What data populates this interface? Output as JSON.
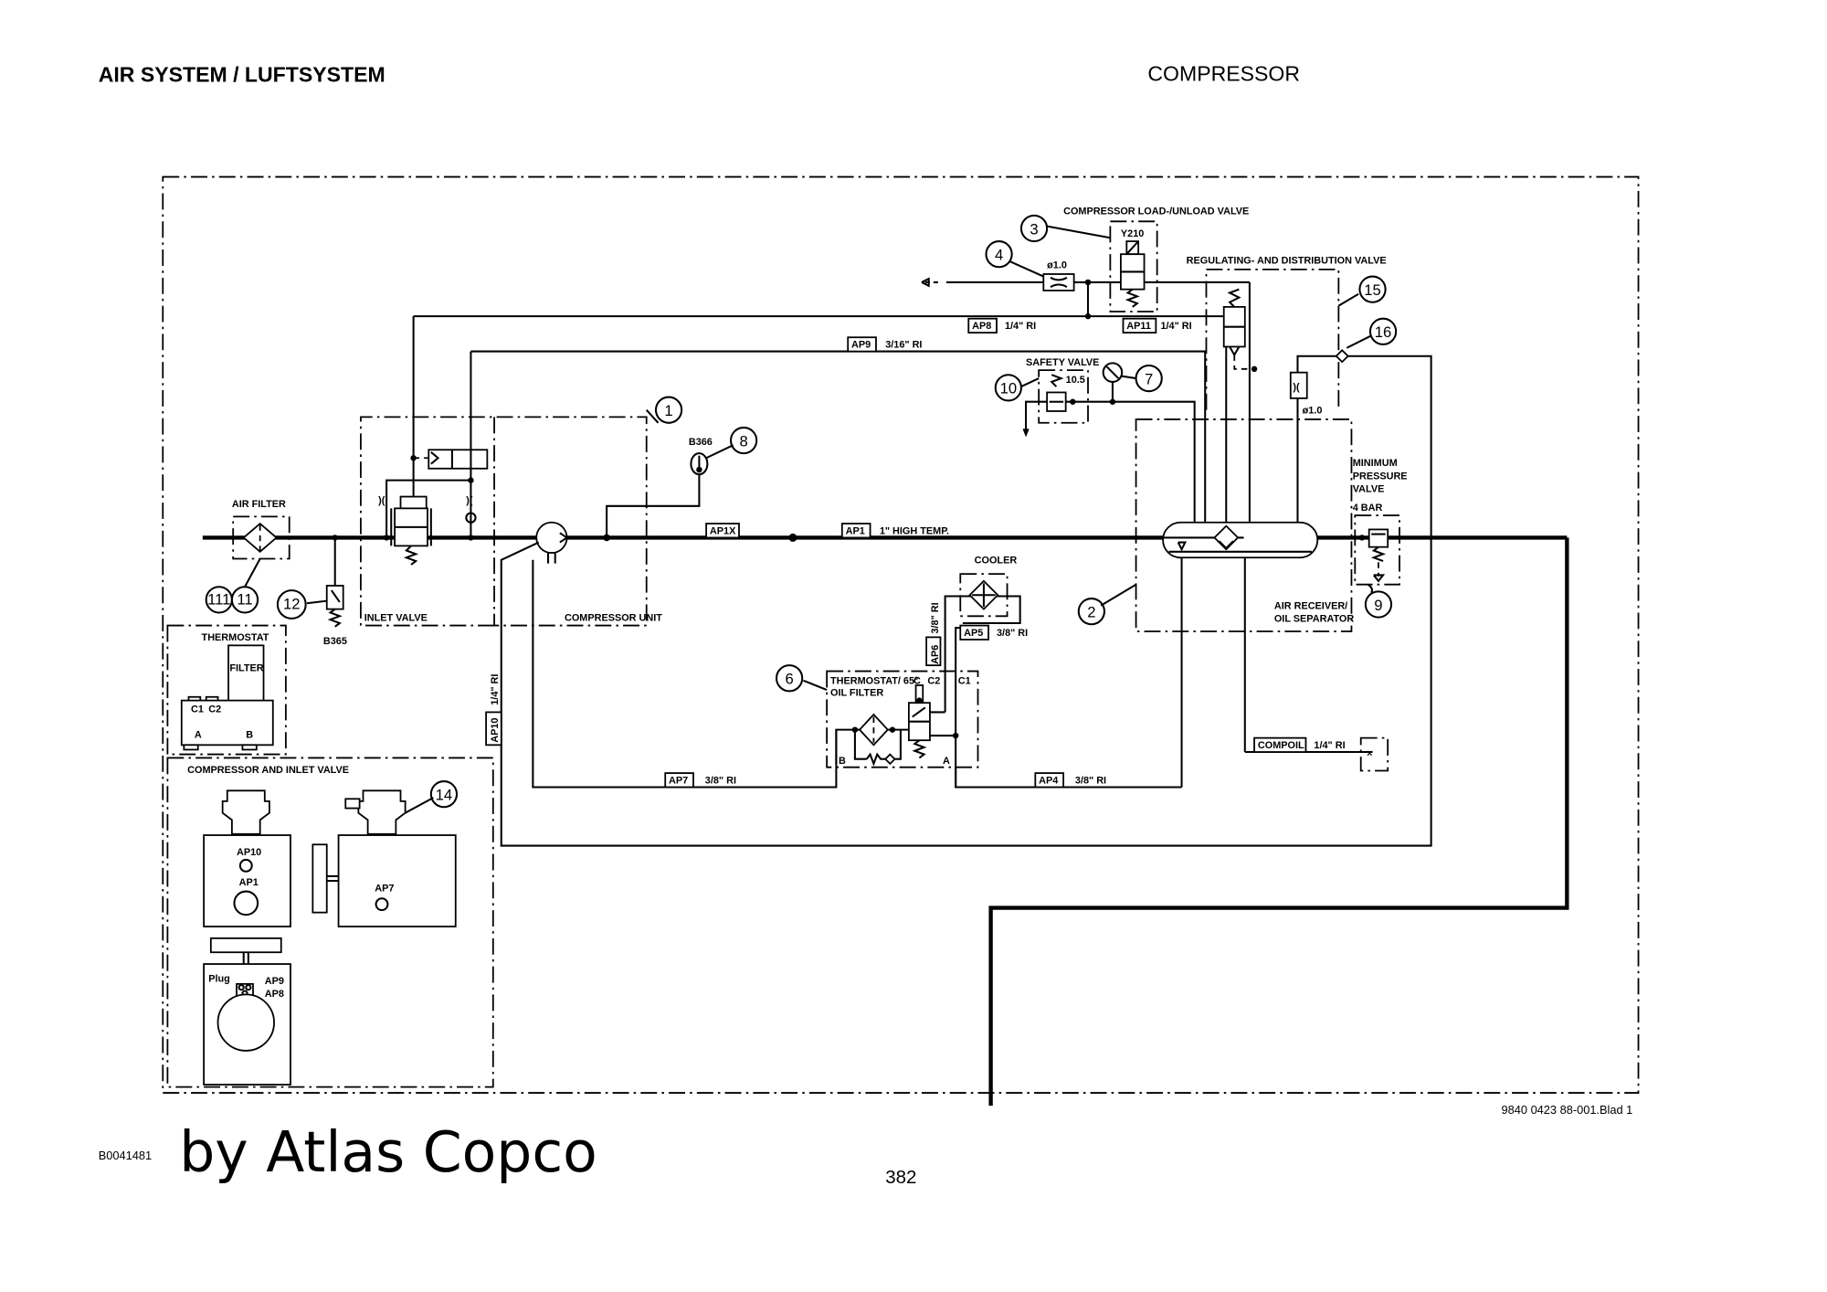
{
  "header": {
    "title": "AIR SYSTEM / LUFTSYSTEM",
    "section": "COMPRESSOR"
  },
  "footer": {
    "drawing_number": "9840 0423 88-001.Blad 1",
    "figure_id": "B0041481",
    "brand": "by Atlas Copco",
    "page_number": "382"
  },
  "components": {
    "air_filter": "AIR FILTER",
    "inlet_valve": "INLET VALVE",
    "compressor_unit": "COMPRESSOR UNIT",
    "load_unload_valve": "COMPRESSOR LOAD-/UNLOAD VALVE",
    "solenoid_code": "Y210",
    "regulating_valve": "REGULATING- AND DISTRIBUTION VALVE",
    "safety_valve": "SAFETY VALVE",
    "safety_valve_setting": "10.5",
    "orifice_1": "ø1.0",
    "orifice_2": "ø1.0",
    "min_pressure_valve_l1": "MINIMUM",
    "min_pressure_valve_l2": "PRESSURE",
    "min_pressure_valve_l3": "VALVE",
    "min_pressure_setting": "4 BAR",
    "air_receiver_l1": "AIR RECEIVER/",
    "air_receiver_l2": "OIL SEPARATOR",
    "cooler": "COOLER",
    "thermostat_oil_filter_l1": "THERMOSTAT/ 65°",
    "thermostat_oil_filter_l2": "OIL FILTER",
    "temp_sensor": "B366",
    "vacuum_switch": "B365",
    "thermostat_box": "THERMOSTAT",
    "filter_box": "FILTER",
    "compressor_inlet_box": "COMPRESSOR AND INLET VALVE",
    "port_c": "C",
    "port_c1": "C1",
    "port_c2": "C2",
    "port_a": "A",
    "port_b": "B",
    "plug": "Plug"
  },
  "connections": {
    "ap1x": "AP1X",
    "ap1": "AP1",
    "ap1_spec": "1\" HIGH TEMP.",
    "ap4": "AP4",
    "ap4_spec": "3/8\" RI",
    "ap5": "AP5",
    "ap5_spec": "3/8\" RI",
    "ap6": "AP6",
    "ap6_spec": "3/8\" RI",
    "ap7": "AP7",
    "ap7_spec": "3/8\" RI",
    "ap8": "AP8",
    "ap8_spec": "1/4\" RI",
    "ap9": "AP9",
    "ap9_spec": "3/16\" RI",
    "ap10": "AP10",
    "ap10_spec": "1/4\" RI",
    "ap11": "AP11",
    "ap11_spec": "1/4\" RI",
    "compoil": "COMPOIL",
    "compoil_spec": "1/4\" RI"
  },
  "detail_labels": {
    "ap10": "AP10",
    "ap1": "AP1",
    "ap7": "AP7",
    "ap9": "AP9",
    "ap8": "AP8"
  },
  "callouts": [
    "1",
    "2",
    "3",
    "4",
    "6",
    "7",
    "8",
    "9",
    "10",
    "11",
    "111",
    "12",
    "14",
    "15",
    "16"
  ]
}
